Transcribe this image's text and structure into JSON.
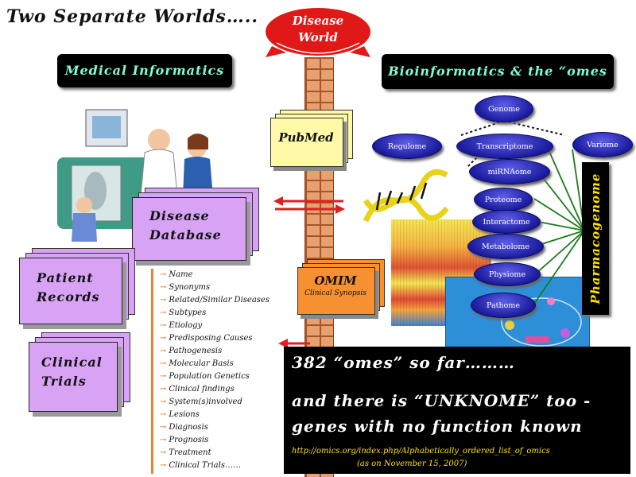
{
  "title": "Two Separate Worlds…..",
  "disease_world": {
    "line1": "Disease",
    "line2": "World"
  },
  "medical_informatics": "Medical Informatics",
  "bioinformatics": "Bioinformatics & the “omes",
  "pubmed": "PubMed",
  "disease_database": {
    "line1": "Disease",
    "line2": "Database"
  },
  "patient_records": {
    "line1": "Patient",
    "line2": "Records"
  },
  "clinical_trials": {
    "line1": "Clinical",
    "line2": "Trials"
  },
  "omim": {
    "title": "OMIM",
    "subtitle": "Clinical Synopsis"
  },
  "attributes": [
    "Name",
    "Synonyms",
    "Related/Similar Diseases",
    "Subtypes",
    "Etiology",
    "Predisposing Causes",
    "Pathogenesis",
    "Molecular Basis",
    "Population Genetics",
    "Clinical findings",
    "System(s)involved",
    "Lesions",
    "Diagnosis",
    "Prognosis",
    "Treatment",
    "Clinical Trials……"
  ],
  "omes": {
    "genome": "Genome",
    "regulome": "Regulome",
    "transcriptome": "Transcriptome",
    "variome": "Variome",
    "mirnaome": "miRNAome",
    "proteome": "Proteome",
    "interactome": "Interactome",
    "metabolome": "Metabolome",
    "physiome": "Physiome",
    "pathome": "Pathome"
  },
  "pharmacogenome": "Pharmacogenome",
  "omes_count": "382 “omes” so far………",
  "unknome": {
    "line1": "and there is “UNKNOME” too -",
    "line2": "genes with no function known"
  },
  "source_url": "http://omics.org/index.php/Alphabetically_ordered_list_of_omics",
  "source_date": "(as on November 15, 2007)",
  "colors": {
    "accent_text": "#7fffd4",
    "stack_fill": "#d9a3f5",
    "node_fill": "#2a2ab8",
    "arrow_red": "#e02020",
    "arrow_green": "#1a7a1a"
  }
}
